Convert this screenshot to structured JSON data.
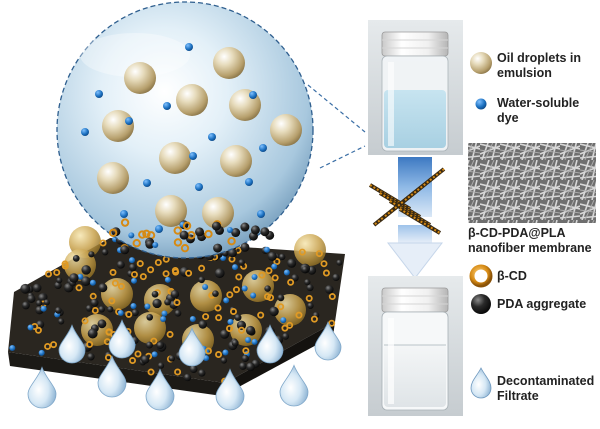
{
  "legend": {
    "oil_line1": "Oil droplets in",
    "oil_line2": "emulsion",
    "dye_line1": "Water-soluble",
    "dye_line2": "dye",
    "membrane_line1": "β-CD-PDA@PLA",
    "membrane_line2": "nanofiber membrane",
    "bcd": "β-CD",
    "pda": "PDA aggregate",
    "filtrate_line1": "Decontaminated",
    "filtrate_line2": "Filtrate"
  },
  "colors": {
    "oil_droplet": "#c8b484",
    "dye": "#1a6fbf",
    "beta_cd": "#d68a14",
    "pda": "#222222",
    "emulsion_liquid": "#b8dcea",
    "filtrate_liquid": "#eef2f4",
    "arrow": "#7aa9dc",
    "water_drop": "#a9c9e4"
  }
}
